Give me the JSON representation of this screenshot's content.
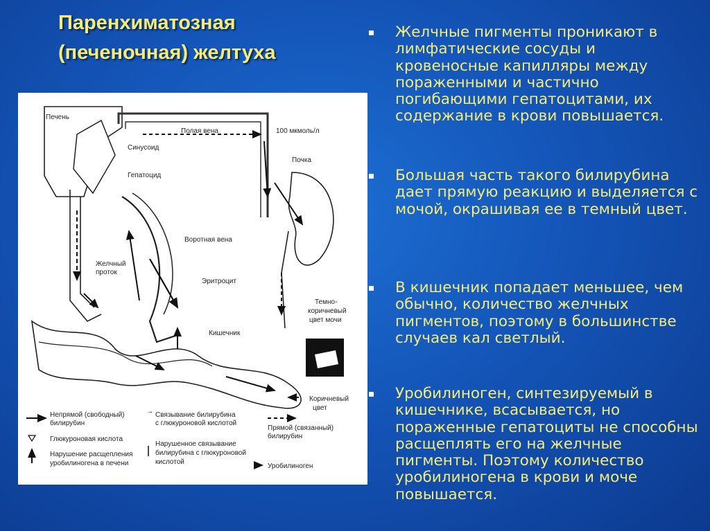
{
  "slide": {
    "title_lines": [
      "Паренхиматозная",
      "(печеночная) желтуха"
    ],
    "bullets": [
      "Желчные пигменты проникают в лимфатические сосуды и кровеносные капилляры между пораженными и частично погибающими гепатоцитами, их содержание в крови повышается.",
      "Большая часть такого билирубина дает прямую реакцию и выделяется с мочой, окрашивая ее в темный цвет.",
      "В кишечник попадает меньшее, чем обычно, количество желчных пигментов, поэтому в большинстве случаев кал светлый.",
      "Уробилиноген, синтезируемый в кишечнике, всасывается, но пораженные гепатоциты не способны расщеплять его на желчные пигменты. Поэтому количество уробилиногена в крови и моче повышается."
    ]
  },
  "diagram": {
    "labels": {
      "liver": "Печень",
      "sinusoid": "Синусоид",
      "hepatocyte": "Гепатоцид",
      "vena_cava": "Полая вена",
      "concentration": "100 мкмоль/л",
      "kidney": "Почка",
      "portal_vein": "Воротная вена",
      "bile_duct_1": "Желчный",
      "bile_duct_2": "проток",
      "erythrocyte": "Эритроцит",
      "dark_urine_1": "Темно-",
      "dark_urine_2": "коричневый",
      "dark_urine_3": "цвет мочи",
      "intestine": "Кишечник",
      "brown_1": "Коричневый",
      "brown_2": "цвет"
    },
    "legend": {
      "indirect_1": "Непрямой (свободный)",
      "indirect_2": "билирубин",
      "glucuronic": "Глюкуроновая кислота",
      "impaired_1": "Нарушение расщепления",
      "impaired_2": "уробилиногена в печени",
      "binding_1": "Связывание билирубина",
      "binding_2": "с глюкуроновой кислотой",
      "impaired_binding_1": "Нарушенное связывание",
      "impaired_binding_2": "билирубина с глюкуроновой",
      "impaired_binding_3": "кислотой",
      "direct_1": "Прямой (связанный)",
      "direct_2": "билирубин",
      "urobilinogen": "Уробилиноген"
    }
  }
}
